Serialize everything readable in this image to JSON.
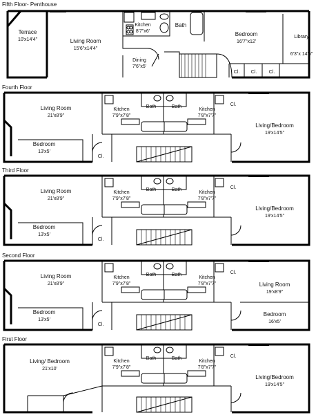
{
  "floors": [
    {
      "label": "Fifth Floor- Penthouse",
      "rooms": [
        {
          "name": "Terrace",
          "dims": "10'x14'4\""
        },
        {
          "name": "Living Room",
          "dims": "15'6\"x14'4\""
        },
        {
          "name": "Kitchen",
          "dims": "8'7\"x6'"
        },
        {
          "name": "Bath",
          "dims": ""
        },
        {
          "name": "Dining",
          "dims": "7'6\"x5'"
        },
        {
          "name": "Bedroom",
          "dims": "16'7\"x12'"
        },
        {
          "name": "Library",
          "dims": "6'3\"x 14'5\""
        },
        {
          "name": "Cl.",
          "dims": ""
        },
        {
          "name": "Cl.",
          "dims": ""
        },
        {
          "name": "Cl.",
          "dims": ""
        }
      ]
    },
    {
      "label": "Fourth Floor",
      "rooms": [
        {
          "name": "Living Room",
          "dims": "21'x8'9\""
        },
        {
          "name": "Kitchen",
          "dims": "7'9\"x7'8\""
        },
        {
          "name": "Bath",
          "dims": ""
        },
        {
          "name": "Bath",
          "dims": ""
        },
        {
          "name": "Kitchen",
          "dims": "7'8\"x7'7\""
        },
        {
          "name": "Cl.",
          "dims": ""
        },
        {
          "name": "Living/Bedroom",
          "dims": "19'x14'5\""
        },
        {
          "name": "Bedroom",
          "dims": "13'x5'"
        },
        {
          "name": "Cl.",
          "dims": ""
        }
      ]
    },
    {
      "label": "Third Floor",
      "rooms": [
        {
          "name": "Living Room",
          "dims": "21'x8'9\""
        },
        {
          "name": "Kitchen",
          "dims": "7'9\"x7'8\""
        },
        {
          "name": "Bath",
          "dims": ""
        },
        {
          "name": "Bath",
          "dims": ""
        },
        {
          "name": "Kitchen",
          "dims": "7'8\"x7'7\""
        },
        {
          "name": "Cl.",
          "dims": ""
        },
        {
          "name": "Living/Bedroom",
          "dims": "19'x14'5\""
        },
        {
          "name": "Bedroom",
          "dims": "13'x5'"
        },
        {
          "name": "Cl.",
          "dims": ""
        }
      ]
    },
    {
      "label": "Second Floor",
      "rooms": [
        {
          "name": "Living Room",
          "dims": "21'x8'9\""
        },
        {
          "name": "Kitchen",
          "dims": "7'9\"x7'8\""
        },
        {
          "name": "Bath",
          "dims": ""
        },
        {
          "name": "Bath",
          "dims": ""
        },
        {
          "name": "Kitchen",
          "dims": "7'8\"x7'7\""
        },
        {
          "name": "Cl.",
          "dims": ""
        },
        {
          "name": "Living Room",
          "dims": "19'x8'9\""
        },
        {
          "name": "Bedroom",
          "dims": "13'x5'"
        },
        {
          "name": "Cl.",
          "dims": ""
        },
        {
          "name": "Bedroom",
          "dims": "16'x5'"
        }
      ]
    },
    {
      "label": "First Floor",
      "rooms": [
        {
          "name": "Living/ Bedroom",
          "dims": "21'x10'"
        },
        {
          "name": "Kitchen",
          "dims": "7'9\"x7'8\""
        },
        {
          "name": "Bath",
          "dims": ""
        },
        {
          "name": "Bath",
          "dims": ""
        },
        {
          "name": "Kitchen",
          "dims": "7'8\"x7'7\""
        },
        {
          "name": "Cl.",
          "dims": ""
        },
        {
          "name": "Living/Bedroom",
          "dims": "19'x14'5\""
        }
      ]
    }
  ]
}
